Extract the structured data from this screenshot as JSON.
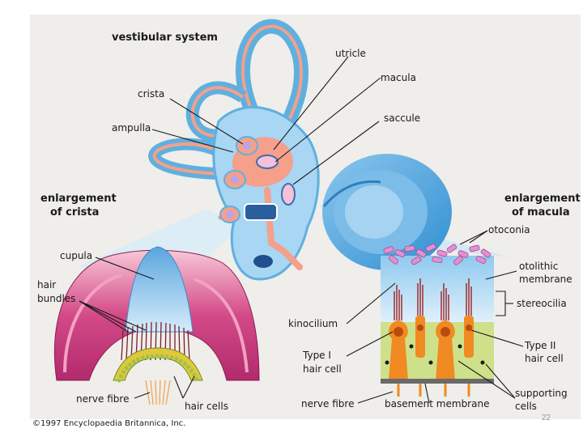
{
  "diagram": {
    "title": "vestibular system",
    "labels": {
      "utricle": "utricle",
      "macula": "macula",
      "saccule": "saccule",
      "crista": "crista",
      "ampulla": "ampulla",
      "enlargement_crista": [
        "enlargement",
        "of crista"
      ],
      "enlargement_macula": [
        "enlargement",
        "of macula"
      ],
      "otoconia": "otoconia",
      "otolithic_membrane": [
        "otolithic",
        "membrane"
      ],
      "stereocilia": "stereocilia",
      "kinocilium": "kinocilium",
      "type_i_hair_cell": [
        "Type I",
        "hair cell"
      ],
      "type_ii_hair_cell": [
        "Type II",
        "hair cell"
      ],
      "supporting_cells": [
        "supporting",
        "cells"
      ],
      "nerve_fibre": "nerve fibre",
      "basement_membrane": "basement membrane",
      "cupula": "cupula",
      "hair_bundles": [
        "hair",
        "bundles"
      ],
      "hair_cells": "hair cells"
    },
    "copyright": "©1997 Encyclopaedia Britannica, Inc."
  },
  "page_number": "22",
  "colors": {
    "panel_bg": "#efeeea",
    "canal_blue": "#5fb0e0",
    "canal_pink": "#f4a08a",
    "crista_magenta": "#c2357a",
    "hair_cell_orange": "#f08a22",
    "support_green": "#cfe08a",
    "otoconia_pink": "#e48fd0"
  }
}
